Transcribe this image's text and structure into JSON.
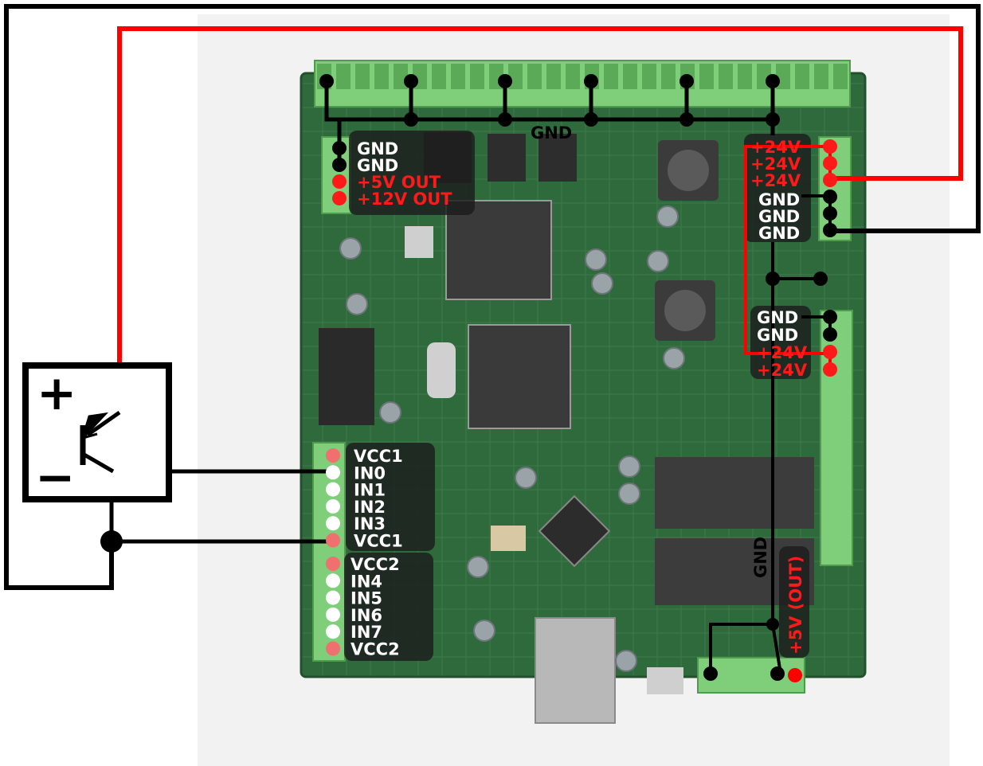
{
  "top_block": {
    "labels": [
      "GND",
      "GND",
      "+5V OUT",
      "+12V OUT"
    ],
    "colors": [
      "white",
      "white",
      "red",
      "red"
    ]
  },
  "power_block": {
    "labels": [
      "+24V",
      "+24V",
      "+24V",
      "GND",
      "GND",
      "GND"
    ],
    "colors": [
      "red",
      "red",
      "red",
      "white",
      "white",
      "white"
    ]
  },
  "mid_block": {
    "labels": [
      "GND",
      "GND",
      "+24V",
      "+24V"
    ],
    "colors": [
      "white",
      "white",
      "red",
      "red"
    ]
  },
  "input_block_1": {
    "labels": [
      "VCC1",
      "IN0",
      "IN1",
      "IN2",
      "IN3",
      "VCC1"
    ]
  },
  "input_block_2": {
    "labels": [
      "VCC2",
      "IN4",
      "IN5",
      "IN6",
      "IN7",
      "VCC2"
    ]
  },
  "gnd_bus_label": "GND",
  "gnd_vertical_label": "GND",
  "out_5v_label": "+5V (OUT)",
  "sensor": {
    "plus_symbol": "+",
    "minus_symbol": "−"
  },
  "colors": {
    "wire_red": "#ff0000",
    "wire_black": "#000000",
    "pcb_green": "#2f6a3c",
    "terminal_green": "#7fcf7a",
    "label_box": "#1c1c1c"
  }
}
